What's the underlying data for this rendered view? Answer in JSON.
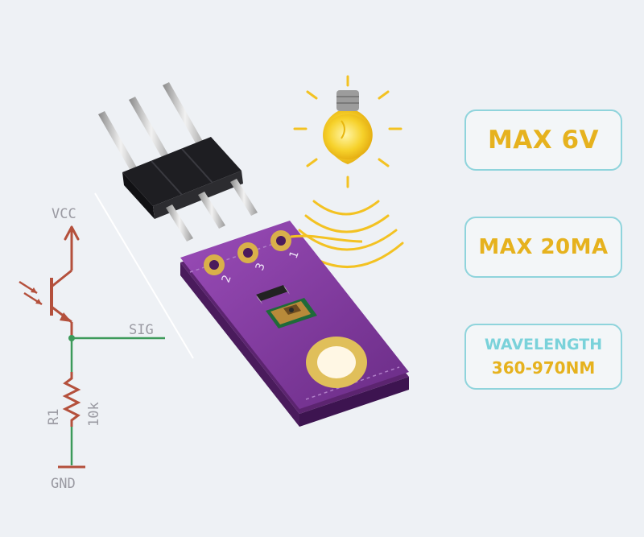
{
  "schematic": {
    "vcc_label": "VCC",
    "sig_label": "SIG",
    "resistor_name": "R1",
    "resistor_value": "10k",
    "gnd_label": "GND"
  },
  "board": {
    "pin_labels": [
      "2",
      "3",
      "1"
    ]
  },
  "specs": {
    "max_voltage": "MAX 6V",
    "max_current": "MAX 20MA",
    "wavelength_title": "WAVELENGTH",
    "wavelength_range": "360-970NM"
  },
  "colors": {
    "accent_gold": "#e6b21e",
    "accent_teal": "#8fd4dc",
    "board_purple": "#7e3a9a",
    "schematic_red": "#b4503c",
    "schematic_green": "#3c9a5a"
  }
}
